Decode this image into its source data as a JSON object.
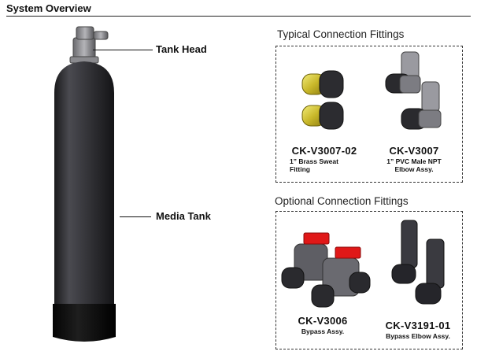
{
  "header": {
    "title": "System Overview"
  },
  "callouts": {
    "tank_head": "Tank Head",
    "media_tank": "Media Tank"
  },
  "typical": {
    "title": "Typical Connection Fittings",
    "items": [
      {
        "code": "CK-V3007-02",
        "desc_line1": "1” Brass Sweat",
        "desc_line2": "Fitting"
      },
      {
        "code": "CK-V3007",
        "desc_line1": "1” PVC Male NPT",
        "desc_line2": "Elbow Assy."
      }
    ]
  },
  "optional": {
    "title": "Optional Connection Fittings",
    "items": [
      {
        "code": "CK-V3006",
        "desc_line1": "Bypass Assy."
      },
      {
        "code": "CK-V3191-01",
        "desc_line1": "Bypass Elbow Assy."
      }
    ]
  }
}
